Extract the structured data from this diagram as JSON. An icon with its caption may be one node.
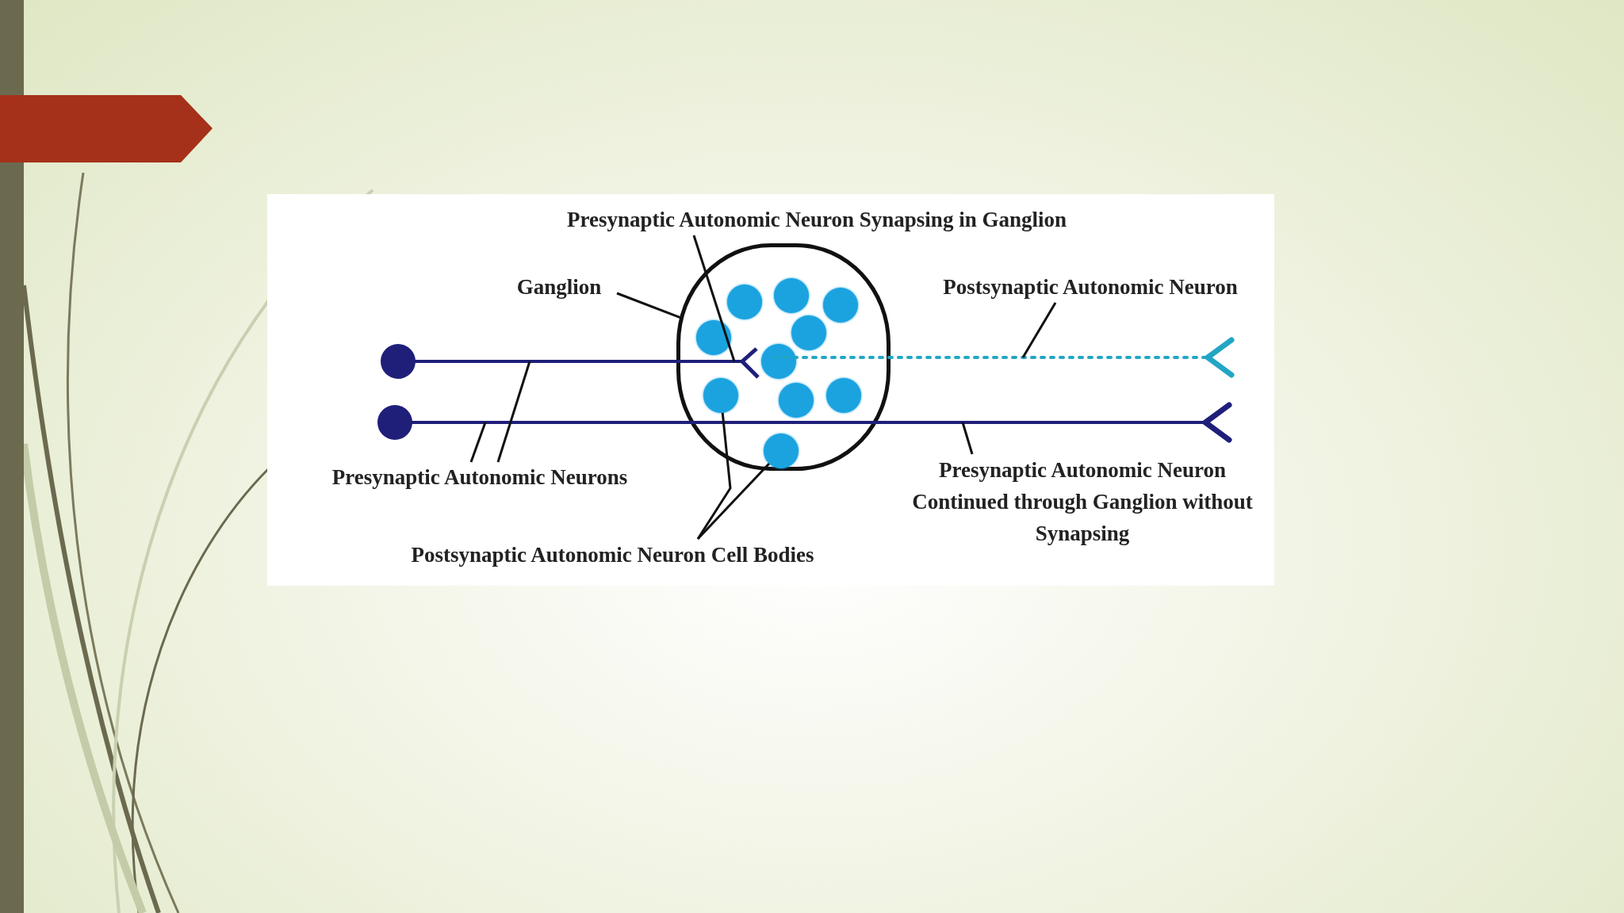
{
  "diagram": {
    "nodes": [
      {
        "text": [
          "Presynaptic Autonomic Neuron Synapsing in Ganglion"
        ]
      },
      {
        "text": [
          "Ganglion"
        ]
      },
      {
        "text": [
          "Postsynaptic Autonomic Neuron"
        ]
      },
      {
        "text": [
          "Presynaptic Autonomic Neurons"
        ]
      },
      {
        "text": [
          "Postsynaptic Autonomic Neuron Cell Bodies"
        ]
      },
      {
        "text": [
          "Presynaptic Autonomic Neuron Continued through Ganglion without Synapsing"
        ]
      },
      {
        "text": [],
        "shape": "circle"
      },
      {
        "text": [],
        "shape": "line"
      },
      {
        "text": [],
        "shape": "line"
      },
      {
        "text": [],
        "shape": "line"
      },
      {
        "text": [],
        "shape": "circle",
        "in": 6
      },
      {
        "text": [],
        "shape": "circle",
        "in": 6
      }
    ],
    "edges": [
      {
        "from": 0,
        "to": 7,
        "arrow": "none"
      },
      {
        "from": 1,
        "to": 6,
        "arrow": "none"
      },
      {
        "from": 2,
        "to": 9,
        "arrow": "none"
      },
      {
        "from": 3,
        "to": 8,
        "arrow": "none"
      },
      {
        "from": 3,
        "to": 7,
        "arrow": "none"
      },
      {
        "from": 4,
        "to": 10,
        "arrow": "none"
      },
      {
        "from": 4,
        "to": 11,
        "arrow": "none"
      },
      {
        "from": 5,
        "to": 8,
        "arrow": "none"
      }
    ]
  }
}
